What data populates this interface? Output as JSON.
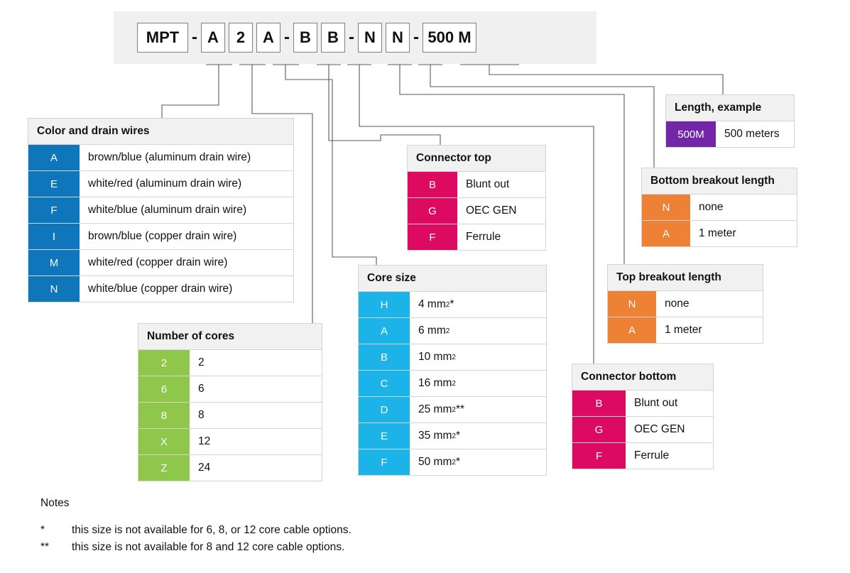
{
  "part_number": {
    "segments": [
      {
        "text": "MPT",
        "kind": "prefix"
      },
      {
        "text": "-",
        "kind": "dash"
      },
      {
        "text": "A",
        "kind": "code"
      },
      {
        "text": "2",
        "kind": "code"
      },
      {
        "text": "A",
        "kind": "code"
      },
      {
        "text": "-",
        "kind": "dash"
      },
      {
        "text": "B",
        "kind": "code"
      },
      {
        "text": "B",
        "kind": "code"
      },
      {
        "text": "-",
        "kind": "dash"
      },
      {
        "text": "N",
        "kind": "code"
      },
      {
        "text": "N",
        "kind": "code"
      },
      {
        "text": "-",
        "kind": "dash"
      },
      {
        "text": "500 M",
        "kind": "code-wide"
      }
    ],
    "full": "MPT-A2A-BB-NN-500 M"
  },
  "colors": {
    "dark_blue": "#0f76bc",
    "cyan": "#1bb3e8",
    "green": "#8fc74a",
    "magenta": "#dd0a62",
    "orange": "#ed8136",
    "purple": "#7127a8",
    "band_grey": "#f0f0f0",
    "header_grey": "#f1f1f1",
    "border_grey": "#d4d4d4",
    "line_grey": "#595959"
  },
  "tables": {
    "color_drain": {
      "title": "Color and drain wires",
      "accent": "#0f76bc",
      "rows": [
        {
          "code": "A",
          "desc": "brown/blue  (aluminum drain wire)"
        },
        {
          "code": "E",
          "desc": "white/red (aluminum drain wire)"
        },
        {
          "code": "F",
          "desc": "white/blue (aluminum drain wire)"
        },
        {
          "code": "I",
          "desc": "brown/blue (copper drain wire)"
        },
        {
          "code": "M",
          "desc": "white/red (copper drain wire)"
        },
        {
          "code": "N",
          "desc": "white/blue (copper drain wire)"
        }
      ]
    },
    "number_of_cores": {
      "title": "Number of cores",
      "accent": "#8fc74a",
      "rows": [
        {
          "code": "2",
          "desc": "2"
        },
        {
          "code": "6",
          "desc": "6"
        },
        {
          "code": "8",
          "desc": "8"
        },
        {
          "code": "X",
          "desc": "12"
        },
        {
          "code": "Z",
          "desc": "24"
        }
      ]
    },
    "core_size": {
      "title": "Core size",
      "accent": "#1bb3e8",
      "rows": [
        {
          "code": "H",
          "value": "4 mm",
          "unit_sup": "2",
          "note": " *"
        },
        {
          "code": "A",
          "value": "6 mm",
          "unit_sup": "2",
          "note": ""
        },
        {
          "code": "B",
          "value": "10 mm",
          "unit_sup": "2",
          "note": ""
        },
        {
          "code": "C",
          "value": "16 mm",
          "unit_sup": "2",
          "note": ""
        },
        {
          "code": "D",
          "value": "25 mm",
          "unit_sup": "2",
          "note": " **"
        },
        {
          "code": "E",
          "value": "35 mm",
          "unit_sup": "2",
          "note": "  *"
        },
        {
          "code": "F",
          "value": "50 mm",
          "unit_sup": "2",
          "note": " *"
        }
      ]
    },
    "connector_top": {
      "title": "Connector top",
      "accent": "#dd0a62",
      "rows": [
        {
          "code": "B",
          "desc": "Blunt out"
        },
        {
          "code": "G",
          "desc": "OEC GEN"
        },
        {
          "code": "F",
          "desc": "Ferrule"
        }
      ]
    },
    "connector_bottom": {
      "title": "Connector bottom",
      "accent": "#dd0a62",
      "rows": [
        {
          "code": "B",
          "desc": "Blunt out"
        },
        {
          "code": "G",
          "desc": "OEC GEN"
        },
        {
          "code": "F",
          "desc": "Ferrule"
        }
      ]
    },
    "top_breakout": {
      "title": "Top breakout length",
      "accent": "#ed8136",
      "rows": [
        {
          "code": "N",
          "desc": "none"
        },
        {
          "code": "A",
          "desc": "1 meter"
        }
      ]
    },
    "bottom_breakout": {
      "title": "Bottom breakout length",
      "accent": "#ed8136",
      "rows": [
        {
          "code": "N",
          "desc": "none"
        },
        {
          "code": "A",
          "desc": "1 meter"
        }
      ]
    },
    "length": {
      "title": "Length, example",
      "accent": "#7127a8",
      "rows": [
        {
          "code": "500M",
          "desc": "500 meters"
        }
      ]
    }
  },
  "notes": {
    "title": "Notes",
    "items": [
      {
        "mark": "*",
        "text": "this size is not available for 6, 8, or 12 core cable options."
      },
      {
        "mark": "**",
        "text": "this size is not available for 8 and 12 core cable options."
      }
    ]
  }
}
